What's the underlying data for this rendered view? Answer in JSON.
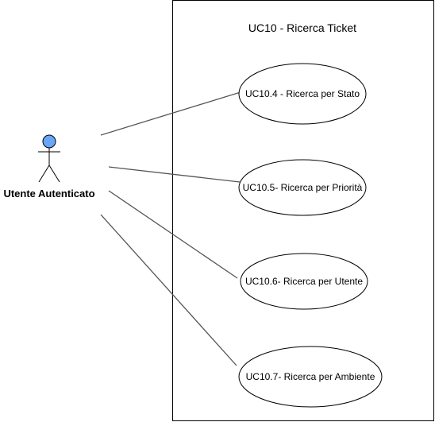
{
  "system": {
    "title": "UC10 - Ricerca Ticket"
  },
  "actor": {
    "name": "Utente Autenticato",
    "head_color": "#6aa6f8"
  },
  "use_cases": [
    {
      "id": "uc10-4",
      "label": "UC10.4 - Ricerca per Stato"
    },
    {
      "id": "uc10-5",
      "label": "UC10.5- Ricerca per Priorità"
    },
    {
      "id": "uc10-6",
      "label": "UC10.6- Ricerca per Utente"
    },
    {
      "id": "uc10-7",
      "label": "UC10.7- Ricerca per Ambiente"
    }
  ],
  "colors": {
    "stroke": "#000000",
    "association": "#555555",
    "background": "#ffffff"
  }
}
